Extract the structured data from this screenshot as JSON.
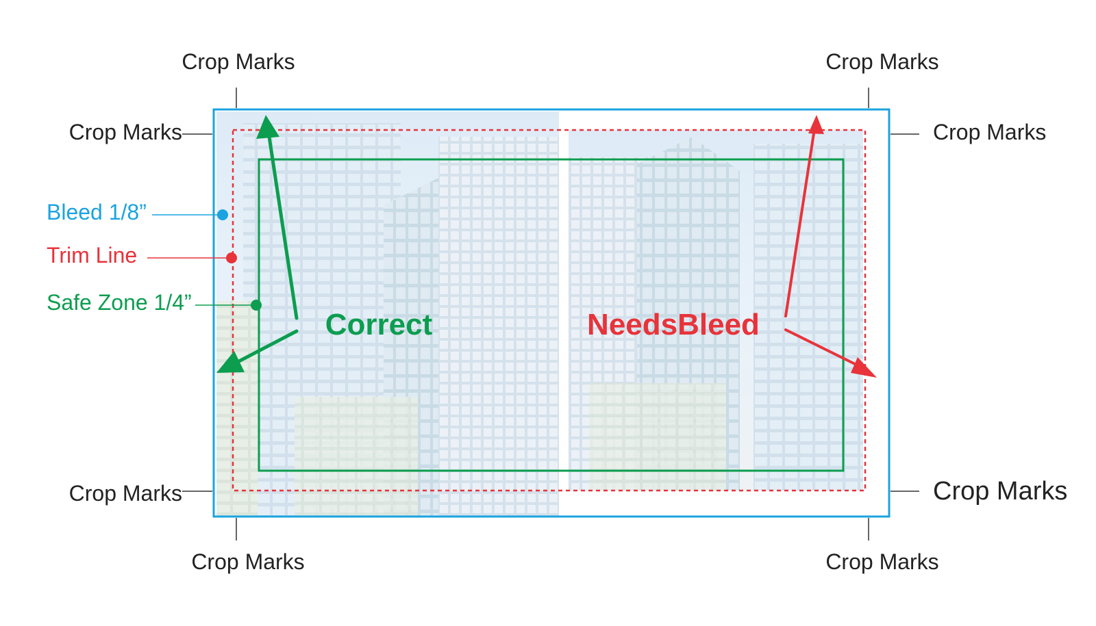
{
  "crop_marks": {
    "top_left": "Crop Marks",
    "top_right": "Crop Marks",
    "left_top": "Crop Marks",
    "right_top": "Crop Marks",
    "left_bottom": "Crop Marks",
    "right_bottom": "Crop Marks",
    "bottom_left": "Crop Marks",
    "bottom_right": "Crop Marks"
  },
  "legend": {
    "bleed": "Bleed 1/8”",
    "trim": "Trim Line",
    "safe": "Safe Zone 1/4”"
  },
  "panels": {
    "correct": "Correct",
    "needs_bleed": "NeedsBleed"
  },
  "colors": {
    "bleed": "#1aa3e0",
    "trim": "#e8333a",
    "safe": "#0c9d4f",
    "text": "#222222"
  },
  "icons": {
    "background": "city-skyscrapers-photo"
  }
}
